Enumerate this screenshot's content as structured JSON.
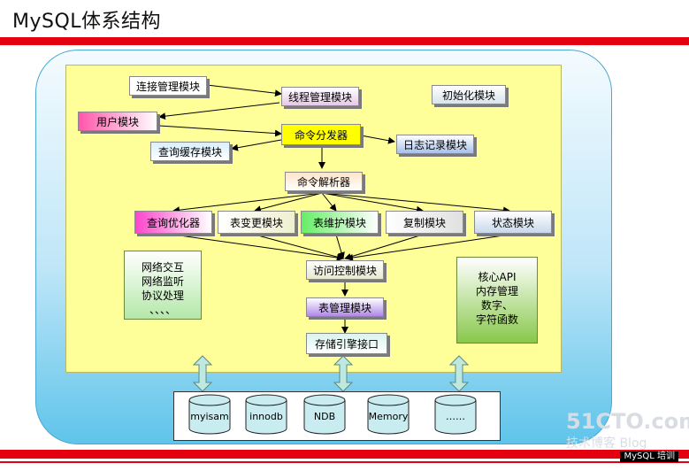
{
  "header": {
    "title": "MySQL体系结构"
  },
  "modules": {
    "connection": "连接管理模块",
    "thread": "线程管理模块",
    "init": "初始化模块",
    "user": "用户模块",
    "dispatcher": "命令分发器",
    "log": "日志记录模块",
    "query_cache": "查询缓存模块",
    "parser": "命令解析器",
    "optimizer": "查询优化器",
    "table_change": "表变更模块",
    "table_maint": "表维护模块",
    "replication": "复制模块",
    "status": "状态模块",
    "access": "访问控制模块",
    "table_mgr": "表管理模块",
    "storage_if": "存储引擎接口"
  },
  "notes": {
    "network": [
      "网络交互",
      "网络监听",
      "协议处理",
      "、、、、"
    ],
    "core": [
      "核心API",
      "内存管理",
      "数字、",
      "字符函数"
    ]
  },
  "engines": [
    "myisam",
    "innodb",
    "NDB",
    "Memory",
    "……"
  ],
  "watermark": {
    "site": "51CTO.com",
    "sub": "技术博客 Blog"
  },
  "footer": {
    "label": "MySQL 培训"
  },
  "colors": {
    "red_bar": "#e3000f",
    "inner_bg": "#ffff99",
    "outer_bg": "#5fc4ea"
  }
}
